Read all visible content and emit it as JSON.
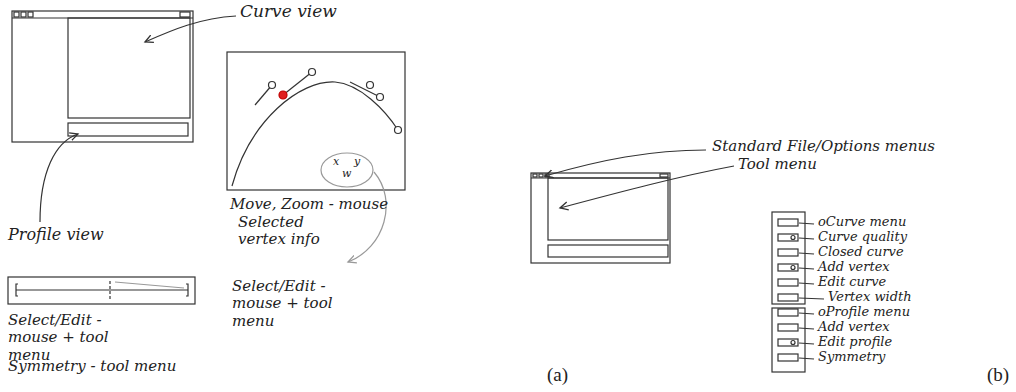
{
  "diagram": {
    "labels": [
      "Curve view",
      "Move, Zoom - mouse",
      "Selected vertex info",
      "Select/Edit - mouse + tool menu",
      "x",
      "y",
      "w",
      "Profile view",
      "Select/Edit - mouse + tool menu",
      "Symmetry - tool menu",
      "(a)",
      "Standard File/Options menus",
      "Tool menu",
      "oCurve menu",
      "Curve quality",
      "Closed curve",
      "Add vertex",
      "Edit curve",
      "Vertex width",
      "oProfile menu",
      "Add vertex",
      "Edit profile",
      "Symmetry",
      "(b)"
    ]
  }
}
